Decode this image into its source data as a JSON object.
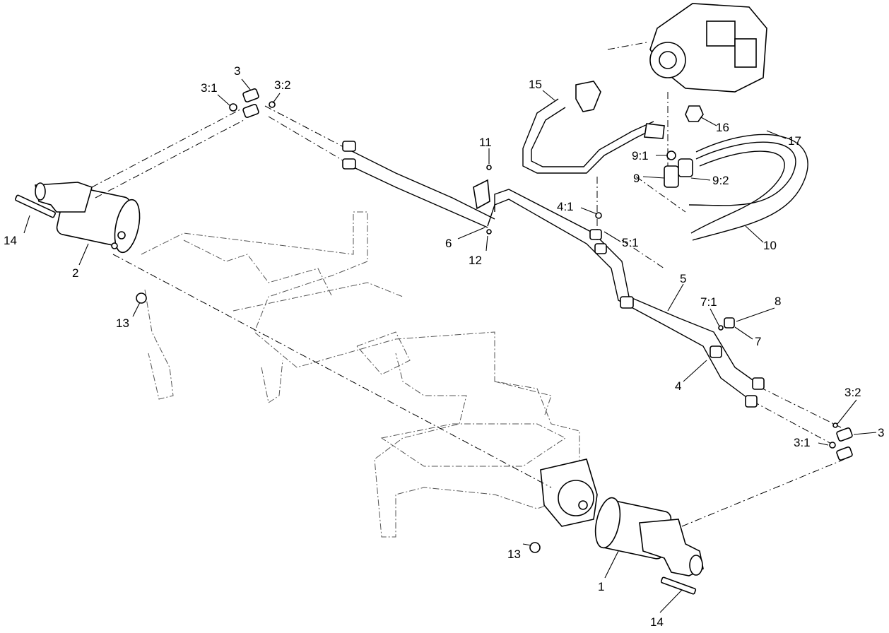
{
  "callouts": [
    {
      "id": "c-3-top",
      "label": "3"
    },
    {
      "id": "c-3-1-top",
      "label": "3:1"
    },
    {
      "id": "c-3-2-top",
      "label": "3:2"
    },
    {
      "id": "c-14-left",
      "label": "14"
    },
    {
      "id": "c-2",
      "label": "2"
    },
    {
      "id": "c-13-left",
      "label": "13"
    },
    {
      "id": "c-11",
      "label": "11"
    },
    {
      "id": "c-6",
      "label": "6"
    },
    {
      "id": "c-12",
      "label": "12"
    },
    {
      "id": "c-15",
      "label": "15"
    },
    {
      "id": "c-16",
      "label": "16"
    },
    {
      "id": "c-17",
      "label": "17"
    },
    {
      "id": "c-9-1",
      "label": "9:1"
    },
    {
      "id": "c-9",
      "label": "9"
    },
    {
      "id": "c-9-2",
      "label": "9:2"
    },
    {
      "id": "c-4-1",
      "label": "4:1"
    },
    {
      "id": "c-5-1",
      "label": "5:1"
    },
    {
      "id": "c-10",
      "label": "10"
    },
    {
      "id": "c-5",
      "label": "5"
    },
    {
      "id": "c-7-1",
      "label": "7:1"
    },
    {
      "id": "c-8",
      "label": "8"
    },
    {
      "id": "c-7",
      "label": "7"
    },
    {
      "id": "c-4",
      "label": "4"
    },
    {
      "id": "c-3-2-bottom",
      "label": "3:2"
    },
    {
      "id": "c-3-bottom",
      "label": "3"
    },
    {
      "id": "c-3-1-bottom",
      "label": "3:1"
    },
    {
      "id": "c-13-bottom",
      "label": "13"
    },
    {
      "id": "c-1",
      "label": "1"
    },
    {
      "id": "c-14-bottom",
      "label": "14"
    }
  ]
}
